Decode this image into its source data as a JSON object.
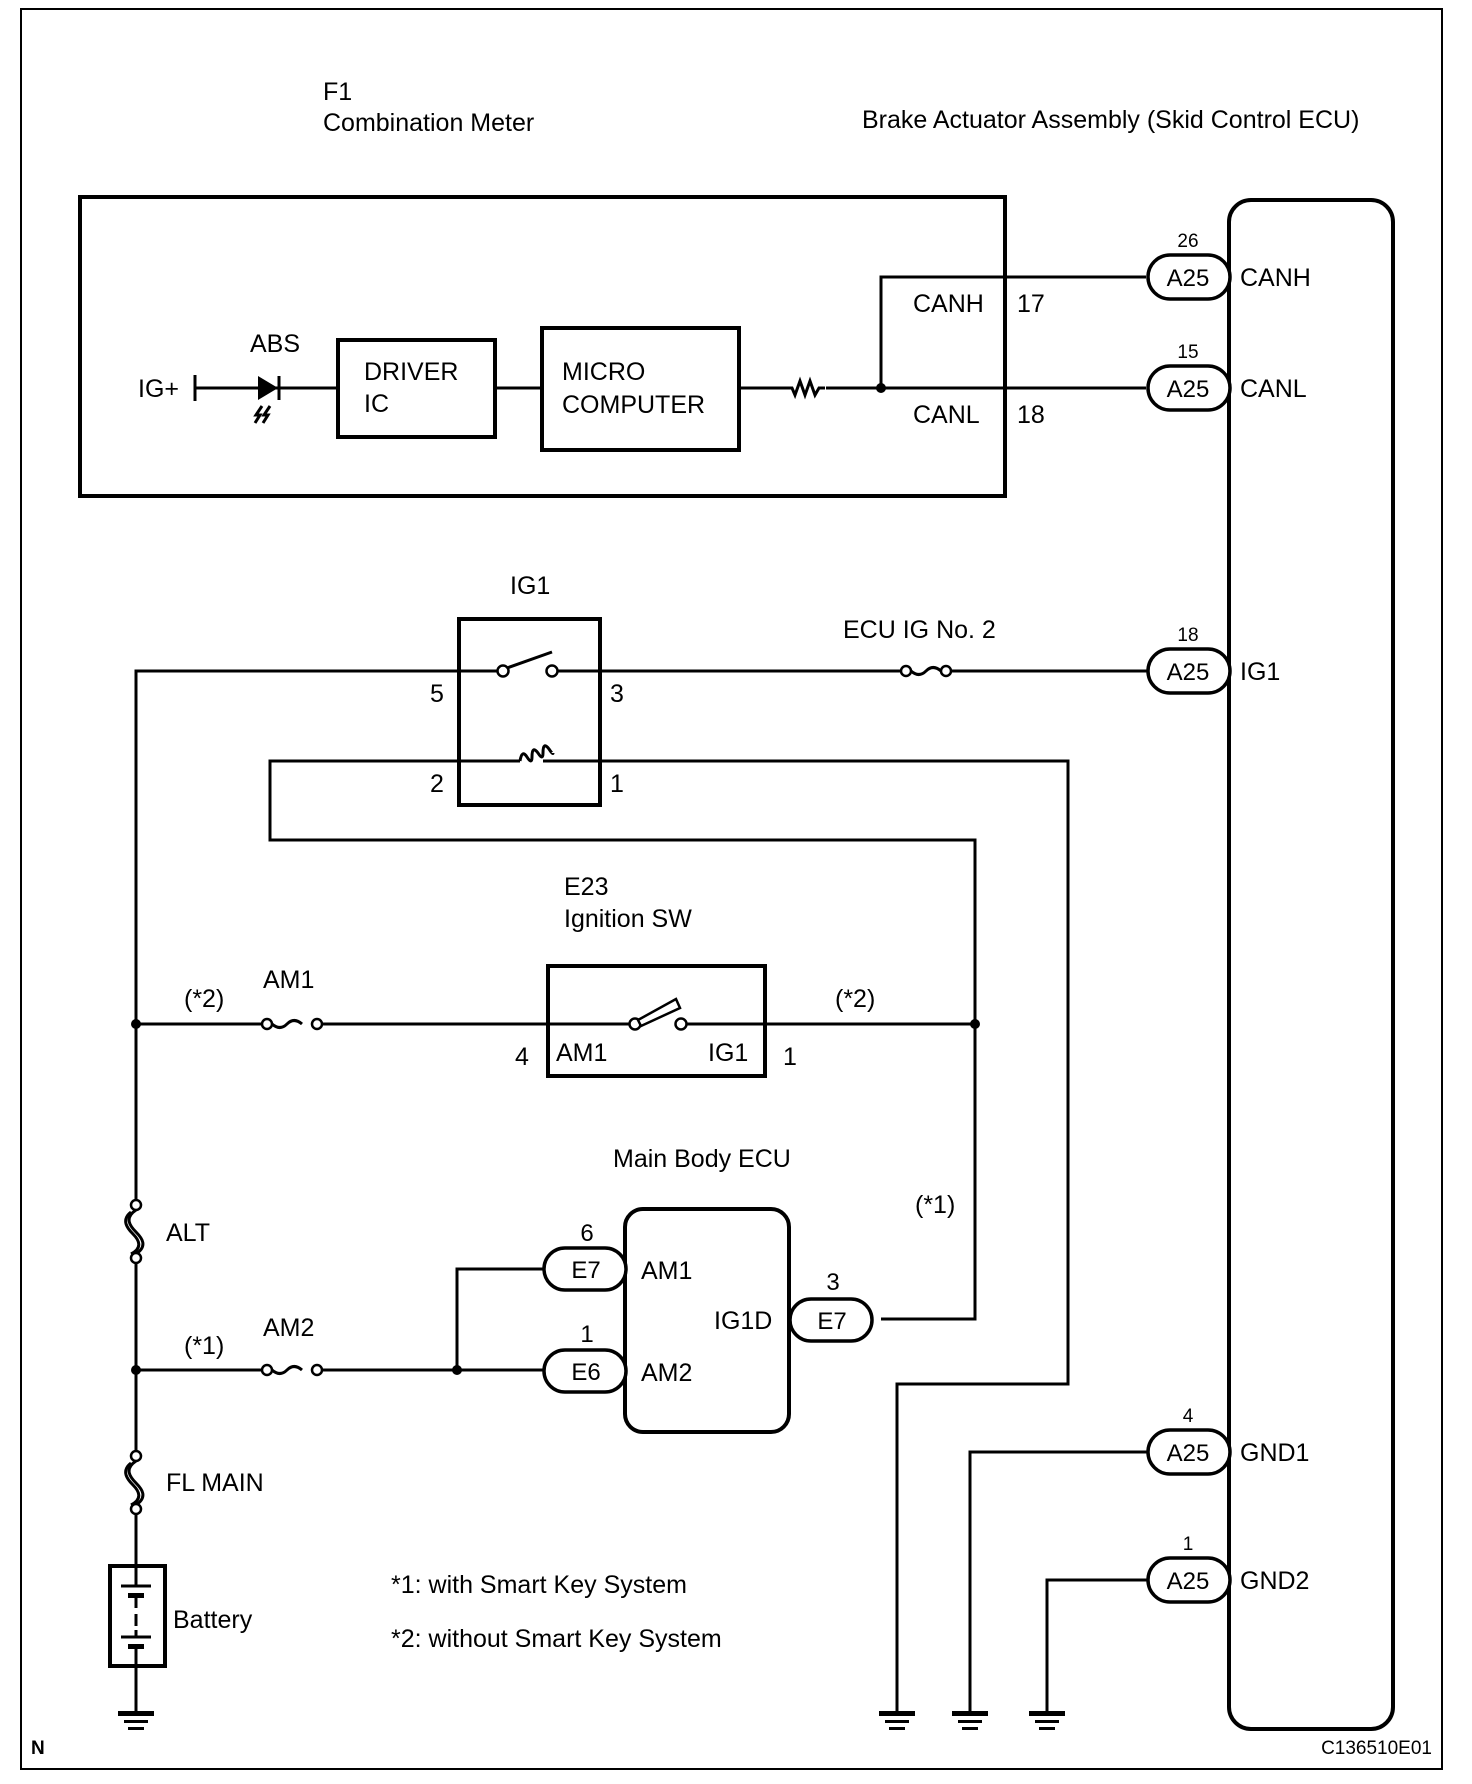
{
  "title": "ABS warning light / CAN wiring diagram",
  "components": {
    "combination_meter": {
      "code": "F1",
      "name": "Combination Meter",
      "led_label": "ABS",
      "ig_label": "IG+",
      "driver_ic": [
        "DRIVER",
        "IC"
      ],
      "micro_computer": [
        "MICRO",
        "COMPUTER"
      ],
      "canh_label": "CANH",
      "canh_pin": "17",
      "canl_label": "CANL",
      "canl_pin": "18"
    },
    "brake_actuator": {
      "name": "Brake Actuator Assembly (Skid Control ECU)",
      "pins": [
        {
          "connector": "A25",
          "pin": "26",
          "signal": "CANH"
        },
        {
          "connector": "A25",
          "pin": "15",
          "signal": "CANL"
        },
        {
          "connector": "A25",
          "pin": "18",
          "signal": "IG1"
        },
        {
          "connector": "A25",
          "pin": "4",
          "signal": "GND1"
        },
        {
          "connector": "A25",
          "pin": "1",
          "signal": "GND2"
        }
      ]
    },
    "ig1_relay": {
      "name": "IG1",
      "pins": [
        "5",
        "3",
        "2",
        "1"
      ]
    },
    "ecu_ig_fuse": {
      "name": "ECU IG No. 2"
    },
    "ignition_switch": {
      "code": "E23",
      "name": "Ignition SW",
      "left_terminal": "AM1",
      "right_terminal": "IG1",
      "left_pin": "4",
      "right_pin": "1"
    },
    "main_body_ecu": {
      "name": "Main Body ECU",
      "pins": [
        {
          "connector": "E7",
          "pin": "6",
          "signal": "AM1"
        },
        {
          "connector": "E6",
          "pin": "1",
          "signal": "AM2"
        },
        {
          "connector": "E7",
          "pin": "3",
          "signal": "IG1D"
        }
      ]
    },
    "fuses": {
      "am1": "AM1",
      "am2": "AM2",
      "alt": "ALT",
      "fl_main": "FL MAIN"
    },
    "battery": "Battery",
    "variant_marks": {
      "am1_left": "(*2)",
      "am1_right": "(*2)",
      "am2_left": "(*1)",
      "ig1d_right": "(*1)"
    }
  },
  "notes": [
    "*1: with Smart Key System",
    "*2: without Smart Key System"
  ],
  "corner_mark": "N",
  "figure_id": "C136510E01"
}
